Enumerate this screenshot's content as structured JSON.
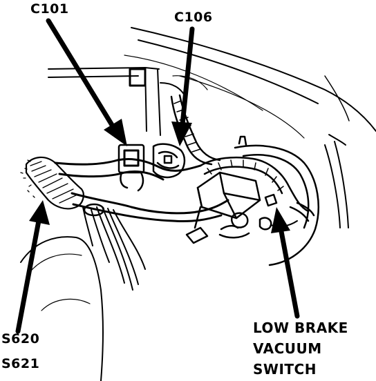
{
  "labels": {
    "c101": "C101",
    "c106": "C106",
    "s620": "S620",
    "s621": "S621",
    "low_brake_vacuum_switch": [
      "LOW BRAKE",
      "VACUUM",
      "SWITCH"
    ]
  },
  "colors": {
    "ink": "#000000",
    "paper": "#ffffff"
  }
}
